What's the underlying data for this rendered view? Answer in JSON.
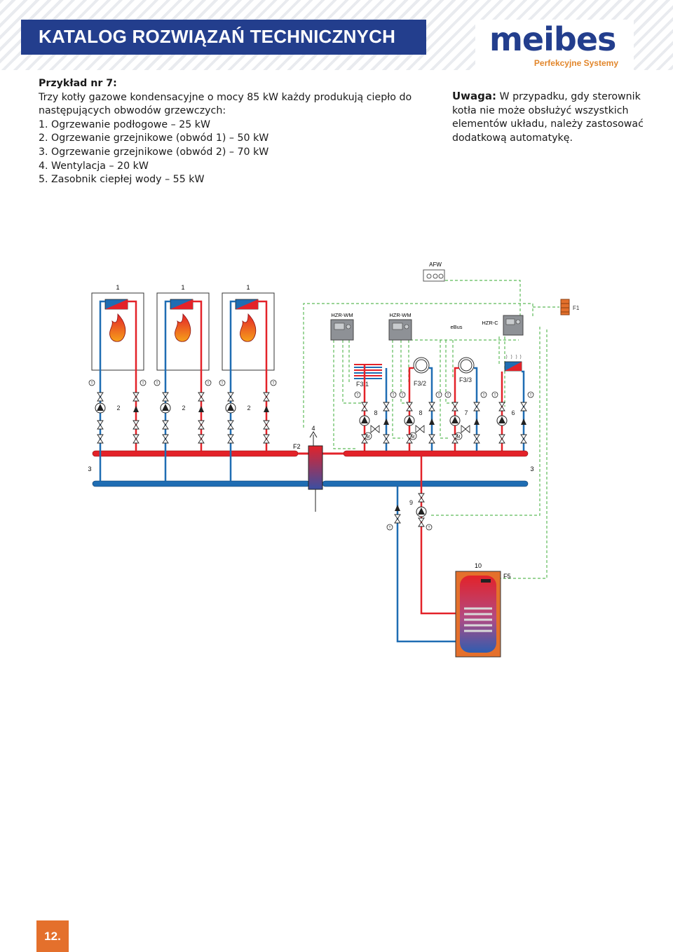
{
  "header": {
    "title": "KATALOG ROZWIĄZAŃ TECHNICZNYCH",
    "logo_word": "meibes",
    "logo_tagline": "Perfekcyjne Systemy"
  },
  "example": {
    "heading": "Przykład nr 7:",
    "intro": "Trzy kotły gazowe kondensacyjne o mocy 85 kW każdy produkują ciepło do następujących obwodów grzewczych:",
    "items": [
      "1. Ogrzewanie podłogowe – 25 kW",
      "2. Ogrzewanie grzejnikowe (obwód 1) – 50 kW",
      "3. Ogrzewanie grzejnikowe (obwód 2) – 70 kW",
      "4. Wentylacja – 20 kW",
      "5. Zasobnik ciepłej wody – 55 kW"
    ]
  },
  "note": {
    "label": "Uwaga:",
    "text": " W przypadku, gdy sterownik kotła nie może obsłużyć wszystkich elementów układu, należy zastosować dodatkową automatykę."
  },
  "diagram": {
    "afw": "AFW",
    "boiler_numbers": [
      "1",
      "1",
      "1"
    ],
    "controllers": [
      "HZR-WM",
      "HZR-WM",
      "HZR-C"
    ],
    "ebus": "eBus",
    "sensors": {
      "f1": "F1",
      "f2": "F2",
      "f31": "F3/1",
      "f32": "F3/2",
      "f33": "F3/3",
      "f5": "F5"
    },
    "pump_numbers": [
      "2",
      "2",
      "2"
    ],
    "hydraulic_separator": "4",
    "header_label_left": "3",
    "header_label_right": "3",
    "circuit_numbers": [
      "8",
      "8",
      "7",
      "6"
    ],
    "dhw_pump": "9",
    "tank": "10",
    "thermometer": "T",
    "motor": "M",
    "colors": {
      "supply": "#e32229",
      "return": "#1f6db3",
      "control": "#5dba59",
      "brand": "#233e8d",
      "accent": "#e4702c"
    }
  },
  "page": {
    "number": "12."
  }
}
